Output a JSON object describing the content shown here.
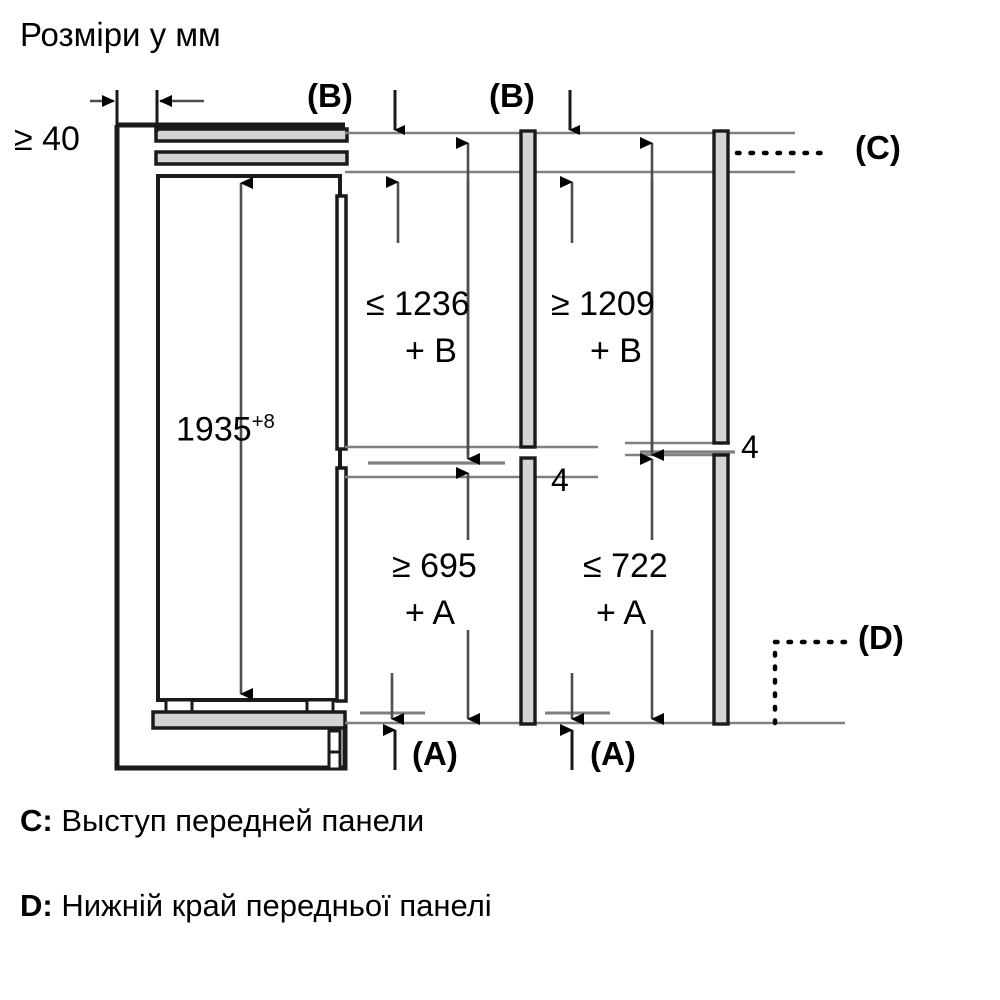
{
  "title": "Розміри у мм",
  "legend": [
    {
      "key": "C:",
      "text": "Выступ передней панели"
    },
    {
      "key": "D:",
      "text": "Нижній край передньої панелі"
    }
  ],
  "diagram": {
    "type": "technical-dimension-drawing",
    "subject": "built-in refrigerator niche installation dimensions",
    "units": "mm",
    "labels": {
      "left_clearance": "≥ 40",
      "appliance_height": "1935",
      "appliance_height_tolerance": "+8",
      "col1_upper": "≤ 1236",
      "col1_upper_plus": "+ B",
      "col2_upper": "≥ 1209",
      "col2_upper_plus": "+ B",
      "col1_lower": "≥ 695",
      "col1_lower_plus": "+ A",
      "col2_lower": "≤ 722",
      "col2_lower_plus": "+ A",
      "gap_mid": "4",
      "gap_right": "4",
      "callout_b_1": "(B)",
      "callout_b_2": "(B)",
      "callout_a_1": "(A)",
      "callout_a_2": "(A)",
      "callout_c": "(C)",
      "callout_d": "(D)"
    },
    "colors": {
      "line": "#000000",
      "thin_line": "#808080",
      "panel_fill": "#d4d4d4",
      "background": "#ffffff"
    }
  }
}
